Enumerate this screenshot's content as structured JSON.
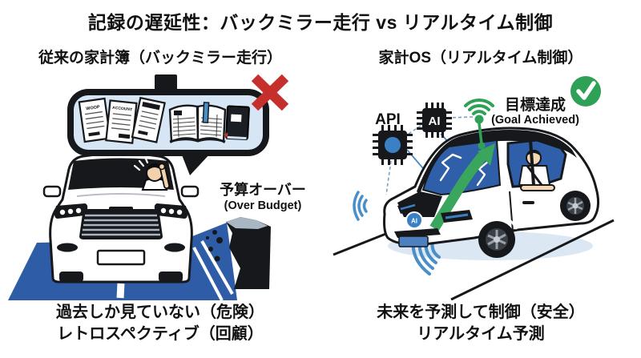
{
  "title": "記録の遅延性：バックミラー走行 vs リアルタイム制御",
  "left": {
    "header": "従来の家計簿（バックミラー走行）",
    "receipt_labels": [
      "WOOP",
      "ACCOUNT"
    ],
    "callout_jp": "予算オーバー",
    "callout_en": "(Over Budget)",
    "caption1": "過去しか見ていない（危険）",
    "caption2": "レトロスペクティブ（回顧）",
    "status_icon": "red-x"
  },
  "right": {
    "header": "家計OS（リアルタイム制御）",
    "api_label": "API",
    "ai_chip_label": "AI",
    "car_badge": "AI",
    "callout_jp": "目標達成",
    "callout_en": "(Goal Achieved)",
    "caption1": "未来を予測して制御（安全）",
    "caption2": "リアルタイム予測",
    "status_icon": "green-check"
  },
  "colors": {
    "ink": "#16181c",
    "cross_red": "#c5302c",
    "check_green": "#2fa157",
    "road_blue": "#2e5ca6",
    "glass_blue": "#d6e6f5",
    "sonar_blue": "#4a8fc7",
    "windshield_blue": "#2e5fa8",
    "arrow_green": "#3aa55c",
    "chip_blue": "#3b7fc4"
  }
}
